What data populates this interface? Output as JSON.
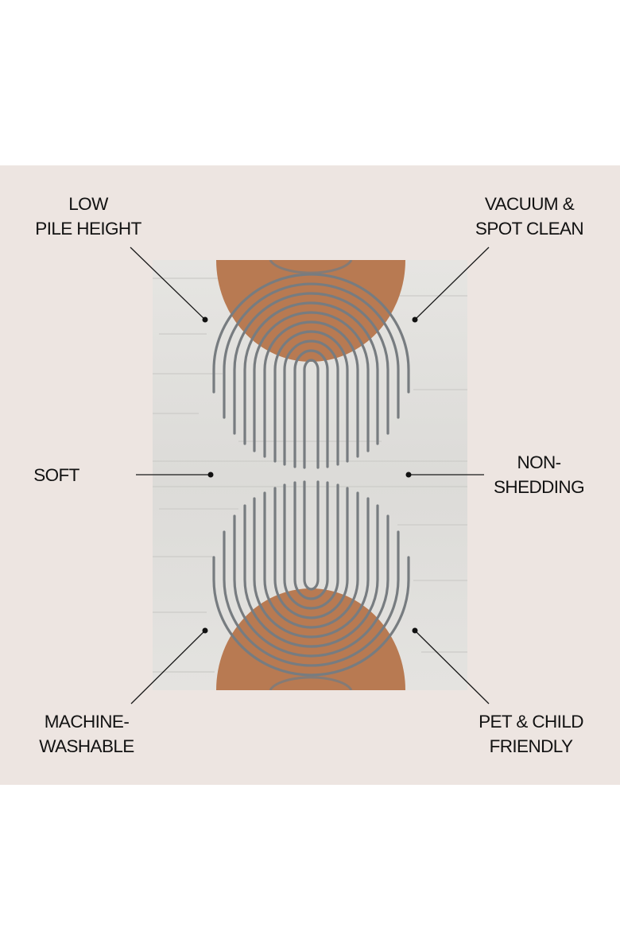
{
  "colors": {
    "background": "#ede5e1",
    "rug_base": "#e3e2df",
    "terracotta": "#b87a52",
    "arch_lines": "#777c80",
    "text": "#121212",
    "leader": "#1a1a1a"
  },
  "features": [
    {
      "id": "low-pile-height",
      "lines": [
        "LOW",
        "PILE HEIGHT"
      ]
    },
    {
      "id": "vacuum-spot-clean",
      "lines": [
        "VACUUM &",
        "SPOT CLEAN"
      ]
    },
    {
      "id": "soft",
      "lines": [
        "SOFT"
      ]
    },
    {
      "id": "non-shedding",
      "lines": [
        "NON-",
        "SHEDDING"
      ]
    },
    {
      "id": "machine-washable",
      "lines": [
        "MACHINE-",
        "WASHABLE"
      ]
    },
    {
      "id": "pet-child-friendly",
      "lines": [
        "PET & CHILD",
        "FRIENDLY"
      ]
    }
  ],
  "product": {
    "type": "area rug",
    "pattern": "mirrored terracotta half-circles with grey arch lines on distressed ivory"
  }
}
